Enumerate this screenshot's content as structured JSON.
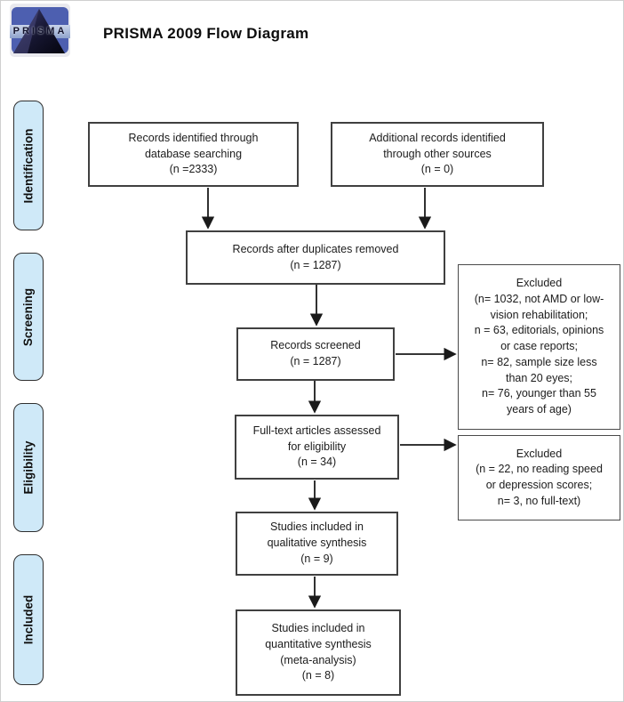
{
  "header": {
    "logo_text": "PRISMA",
    "title": "PRISMA 2009 Flow Diagram"
  },
  "sidebar": {
    "stages": [
      {
        "label": "Identification"
      },
      {
        "label": "Screening"
      },
      {
        "label": "Eligibility"
      },
      {
        "label": "Included"
      }
    ]
  },
  "flow": {
    "identified_database": "Records identified through\ndatabase searching\n(n =2333)",
    "identified_other": "Additional records identified\nthrough other sources\n(n = 0)",
    "after_duplicates": "Records after duplicates removed\n(n =  1287)",
    "screened": "Records screened\n(n = 1287)",
    "excluded_screening": "Excluded\n(n= 1032, not AMD or low-\nvision rehabilitation;\nn = 63, editorials, opinions\nor case reports;\nn= 82, sample size less\nthan 20 eyes;\nn= 76, younger than 55\nyears of age)",
    "fulltext_assessed": "Full-text articles assessed\nfor eligibility\n(n =  34)",
    "excluded_fulltext": "Excluded\n(n = 22, no reading speed\nor depression scores;\nn= 3, no full-text)",
    "qualitative": "Studies included in\nqualitative synthesis\n(n =  9)",
    "quantitative": "Studies included in\nquantitative synthesis\n(meta-analysis)\n(n = 8)"
  },
  "colors": {
    "stage_fill": "#cfe9f8",
    "box_border": "#404040",
    "arrow": "#1a1a1a",
    "logo_blue": "#4d5fb0",
    "logo_band": "#a9bbdd",
    "logo_pyramid": "#15152f"
  }
}
